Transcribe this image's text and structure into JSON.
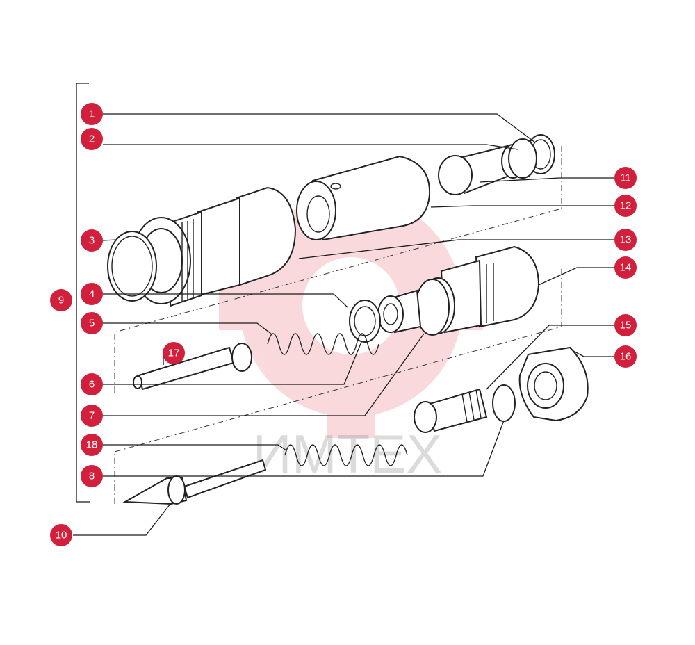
{
  "colors": {
    "callout": "#d21f3c",
    "watermark": "#e8314a"
  },
  "watermark": {
    "text": "ИМТЕХ"
  },
  "callouts": [
    {
      "label": "1"
    },
    {
      "label": "2"
    },
    {
      "label": "3"
    },
    {
      "label": "4"
    },
    {
      "label": "5"
    },
    {
      "label": "6"
    },
    {
      "label": "7"
    },
    {
      "label": "8"
    },
    {
      "label": "9"
    },
    {
      "label": "10"
    },
    {
      "label": "11"
    },
    {
      "label": "12"
    },
    {
      "label": "13"
    },
    {
      "label": "14"
    },
    {
      "label": "15"
    },
    {
      "label": "16"
    },
    {
      "label": "17"
    },
    {
      "label": "18"
    }
  ]
}
